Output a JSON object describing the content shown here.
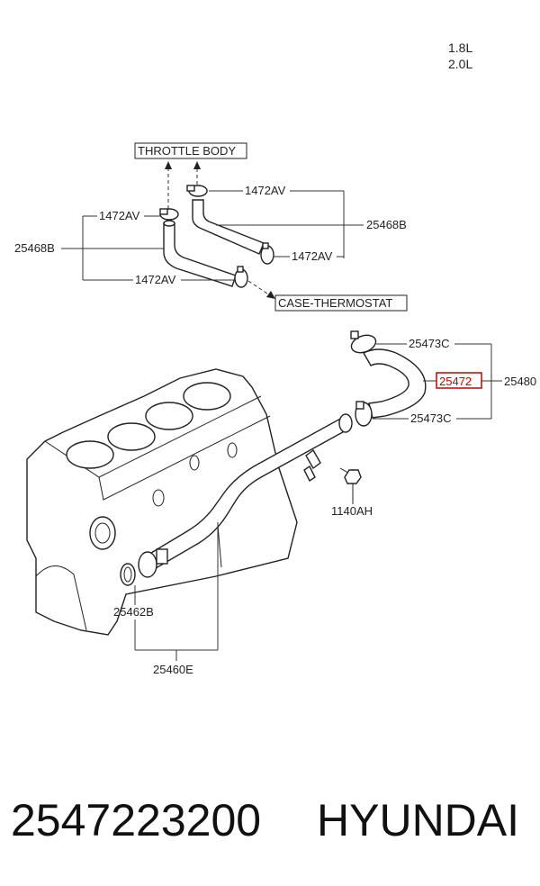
{
  "engine_variants": [
    "1.8L",
    "2.0L"
  ],
  "labels": {
    "throttle_body": "THROTTLE BODY",
    "case_thermostat": "CASE-THERMOSTAT",
    "clamp_1472av": "1472AV",
    "hose_25468b": "25468B",
    "clamp_25473c": "25473C",
    "hose_25472": "25472",
    "hose_assy_25480": "25480",
    "bolt_1140ah": "1140AH",
    "oring_25462b": "25462B",
    "pipe_25460e": "25460E"
  },
  "footer": {
    "part_number": "2547223200",
    "brand": "HYUNDAI"
  },
  "colors": {
    "highlight": "#cc0000",
    "line": "#333333"
  }
}
